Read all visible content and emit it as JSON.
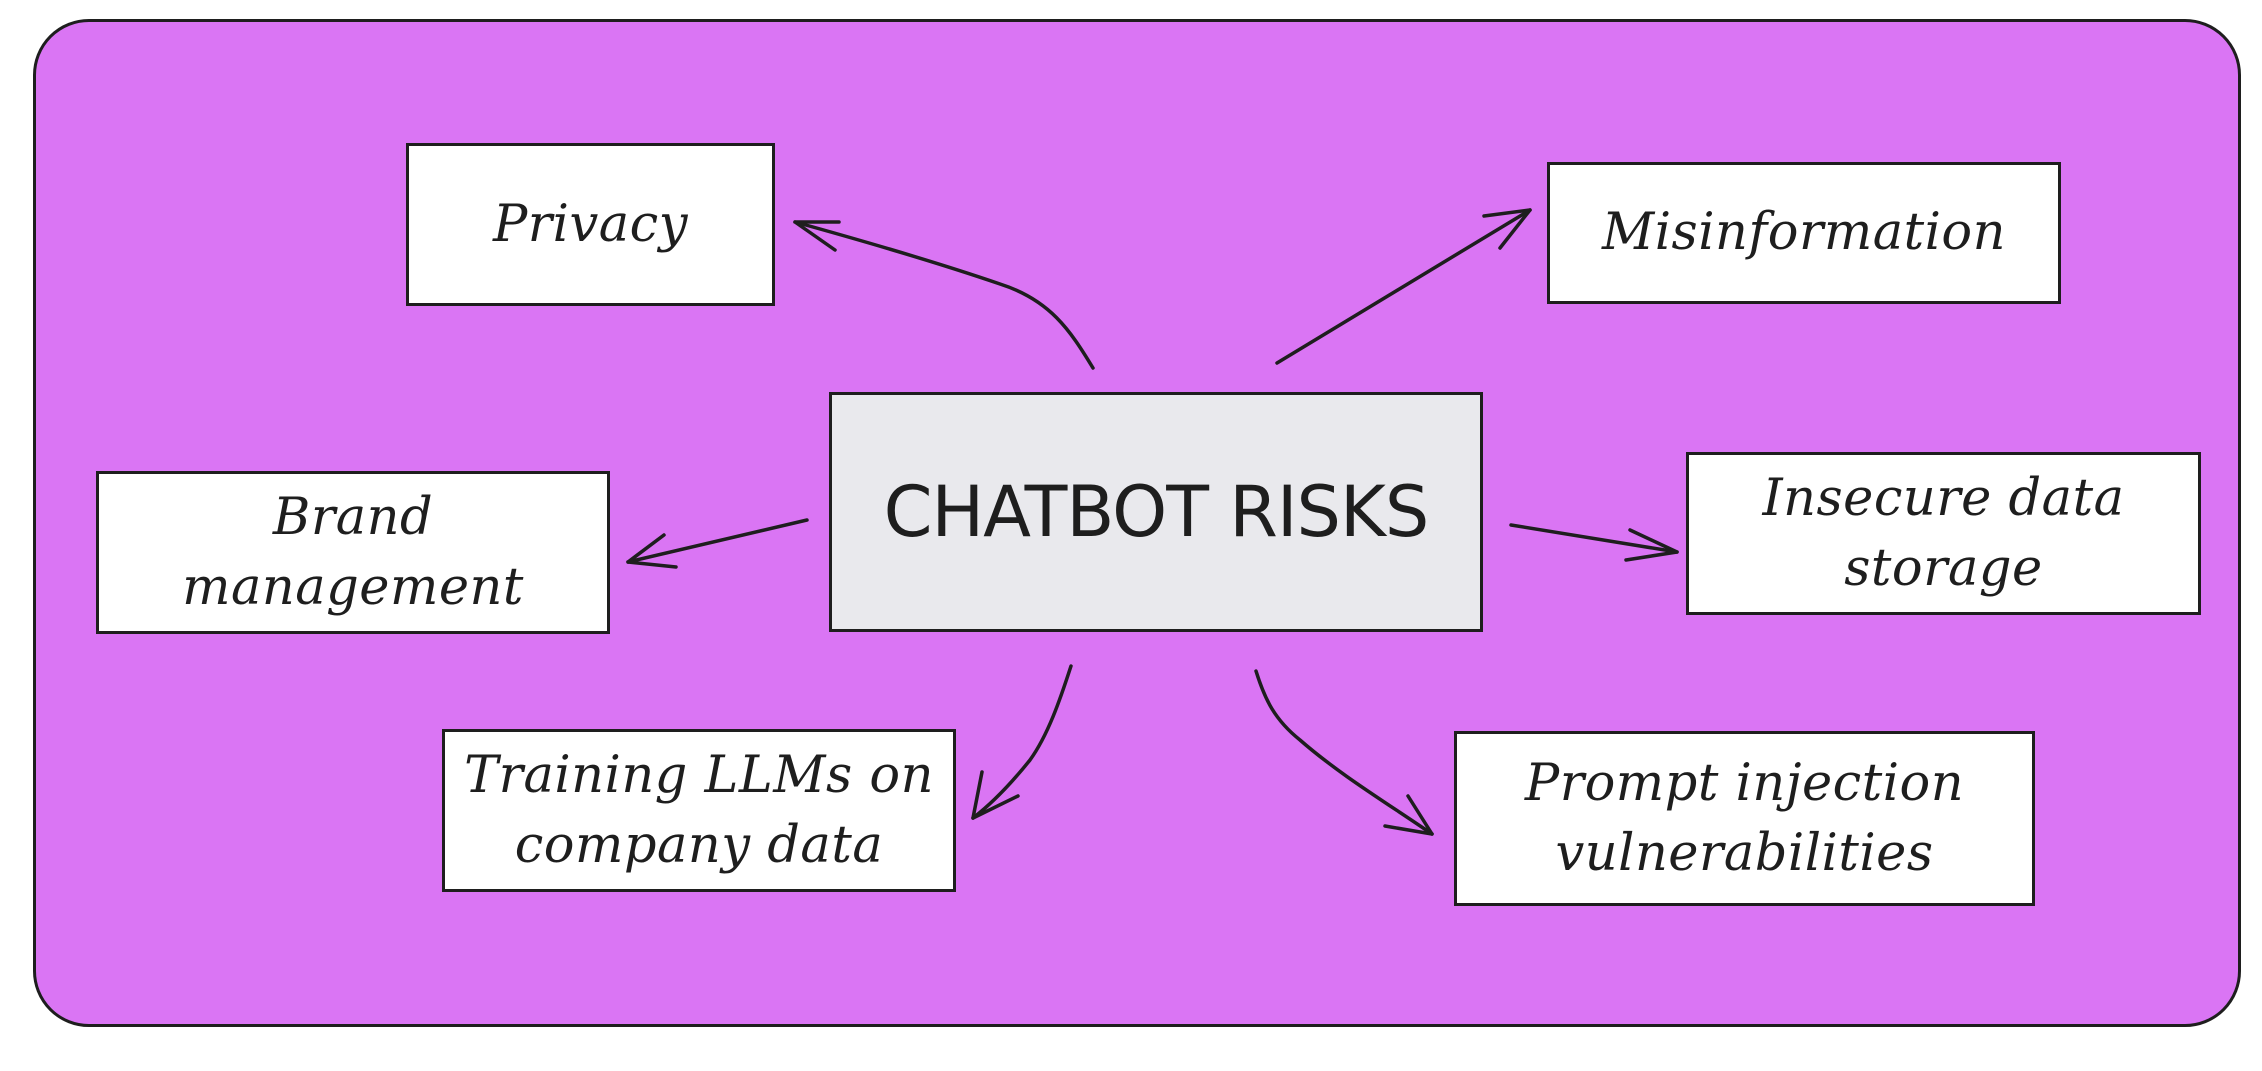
{
  "colors": {
    "canvas_background": "#da75f4",
    "center_fill": "#e9e9ed",
    "node_fill": "#ffffff",
    "stroke": "#1e1e1e"
  },
  "center": {
    "label": "CHATBOT RISKS"
  },
  "nodes": {
    "privacy": "Privacy",
    "misinformation": "Misinformation",
    "brand": "Brand\nmanagement",
    "insecure": "Insecure data\nstorage",
    "training": "Training LLMs on\ncompany data",
    "prompt": "Prompt injection\nvulnerabilities"
  }
}
